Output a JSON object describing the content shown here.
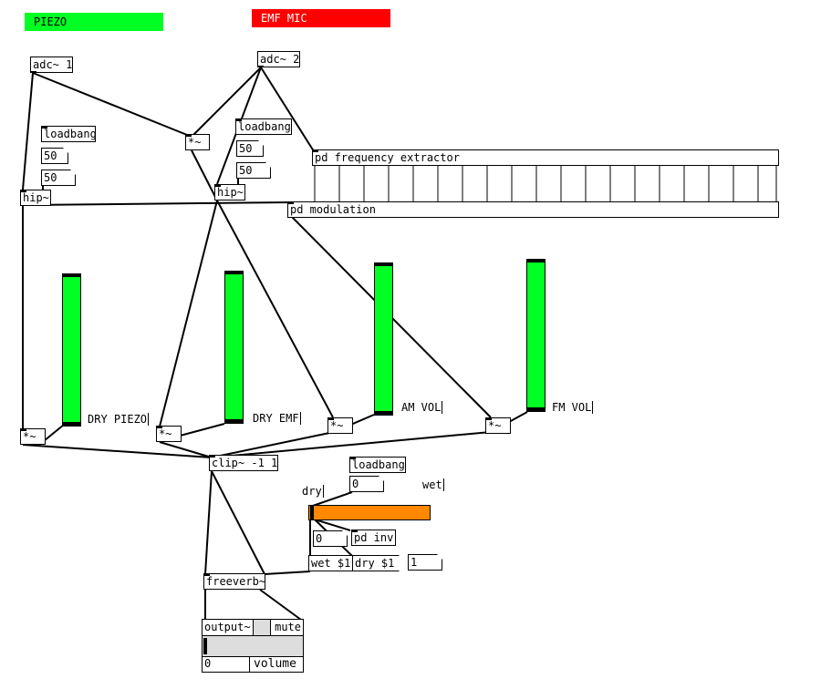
{
  "labels": {
    "piezo": "PIEZO",
    "emf_mic": "EMF MIC",
    "dry_piezo": "DRY PIEZO",
    "dry_emf": "DRY EMF",
    "am_vol": "AM VOL",
    "fm_vol": "FM VOL",
    "dry": "dry",
    "wet": "wet"
  },
  "objects": {
    "adc1": "adc~ 1",
    "adc2": "adc~ 2",
    "loadbang1": "loadbang",
    "loadbang2": "loadbang",
    "loadbang3": "loadbang",
    "hip1": "hip~",
    "hip2": "hip~",
    "mul_top": "*~",
    "freq_extractor": "pd frequency extractor",
    "modulation": "pd modulation",
    "mul1": "*~",
    "mul2": "*~",
    "mul3": "*~",
    "mul4": "*~",
    "clip": "clip~ -1 1",
    "pd_inv": "pd inv",
    "freeverb": "freeverb~"
  },
  "atoms": {
    "n50a": "50",
    "n50b": "50",
    "n50c": "50",
    "n50d": "50",
    "zero_loadbang": "0",
    "zero_mid": "0",
    "one": "1"
  },
  "messages": {
    "wet": "wet $1",
    "dry": "dry $1"
  },
  "output": {
    "title": "output~",
    "mute": "mute",
    "volume_value": "0",
    "volume_label": "volume"
  },
  "colors": {
    "piezo_bg": "#00ff22",
    "emf_bg": "#ff0000",
    "vu": "#00ff22",
    "slider": "#ff8800"
  }
}
